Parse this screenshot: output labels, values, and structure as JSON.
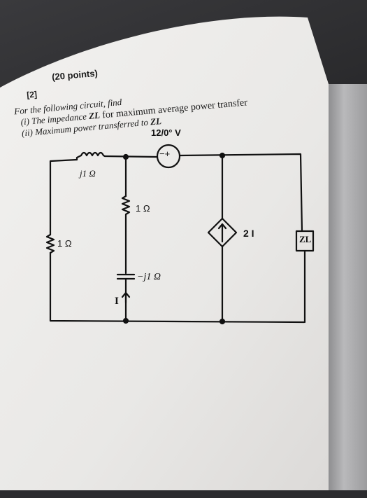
{
  "question": {
    "number": "[2]",
    "points": "(20 points)",
    "intro": "For the following circuit, find",
    "part1_prefix": "(i) The impedance",
    "part1_var": "ZL",
    "part1_suffix": "for maximum average power transfer",
    "part2_prefix": "(ii) Maximum power transferred to",
    "part2_var": "ZL"
  },
  "circuit": {
    "source_label": "12/0° V",
    "source_polarity": "−+",
    "inductor_label": "j1 Ω",
    "resistor_mid_label": "1 Ω",
    "resistor_left_label": "1 Ω",
    "capacitor_label": "−j1 Ω",
    "current_label": "I",
    "dependent_source_label": "2 I",
    "load_label": "ZL"
  },
  "colors": {
    "paper": "#eceae8",
    "ink": "#111111"
  }
}
